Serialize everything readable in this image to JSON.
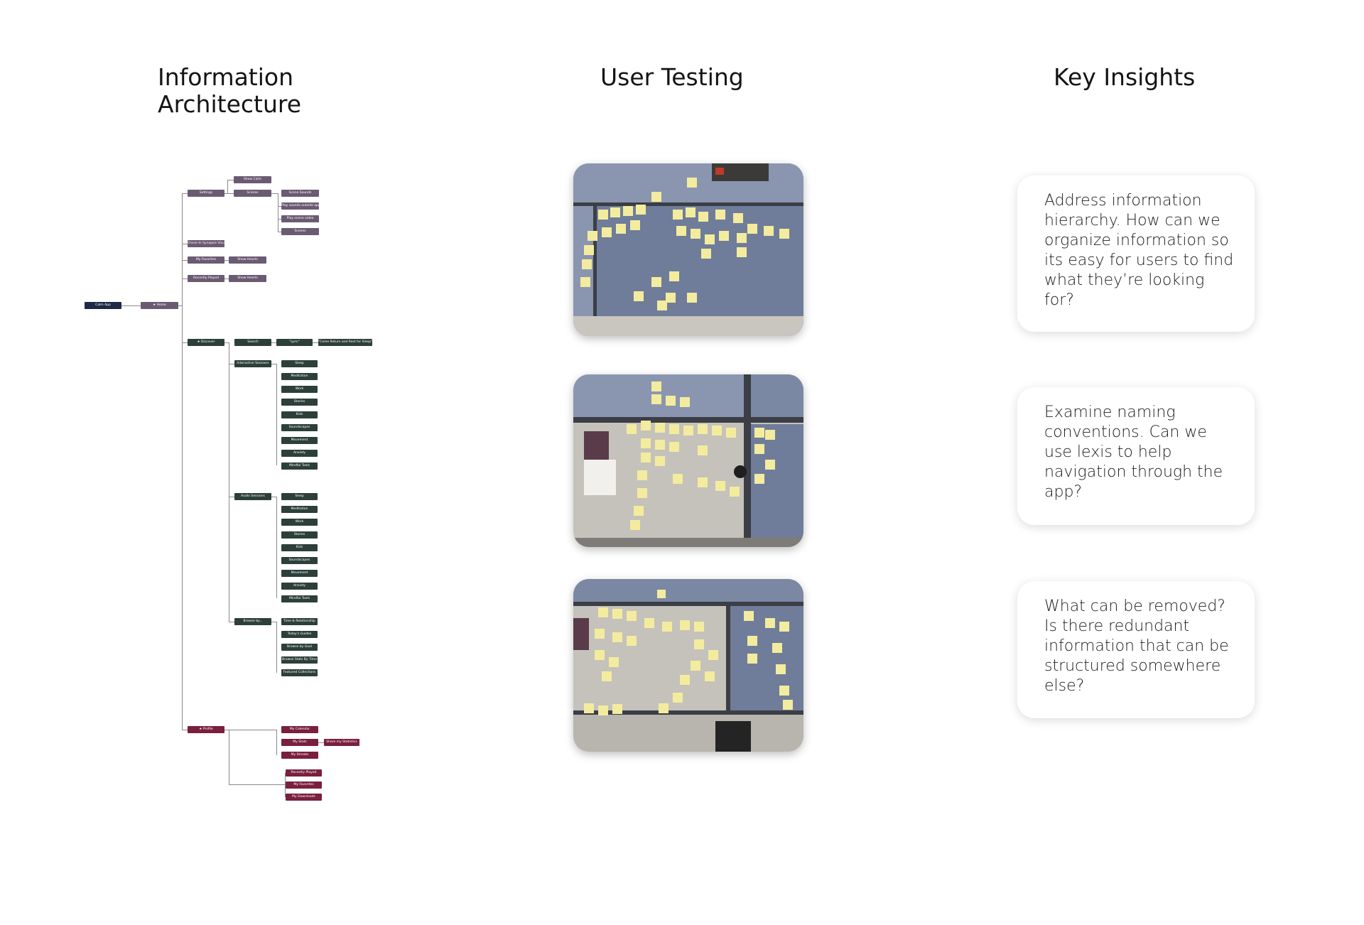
{
  "headings": {
    "information_architecture": "Information Architecture",
    "user_testing": "User Testing",
    "key_insights": "Key Insights"
  },
  "sitemap": {
    "root": "Calm App",
    "home": "★ Home",
    "settings": "Settings",
    "settings_children": [
      "Show Calm",
      "Scenes"
    ],
    "scenes_children": [
      "Scene Sounds",
      "Play sounds outside app",
      "Play scene video",
      "Scenes"
    ],
    "home_other": [
      "Check-In Synopsis Visual",
      "My Favorites",
      "Recently Played"
    ],
    "favorites_child": "Show Hearts",
    "recent_child": "Show Hearts",
    "discover": "★ Discover",
    "search": "Search",
    "search_child": "\"Lyric\"",
    "search_grandchild": "\"Come Return and Rest for Sleep\"",
    "interactive_sessions": "Interactive Sessions",
    "interactive_children": [
      "Sleep",
      "Meditation",
      "Work",
      "Stories",
      "Kids",
      "Soundscapes",
      "Movement",
      "Anxiety",
      "Mindful Tools"
    ],
    "audio_sessions": "Audio Sessions",
    "audio_children": [
      "Sleep",
      "Meditation",
      "Work",
      "Stories",
      "Kids",
      "Soundscapes",
      "Movement",
      "Anxiety",
      "Mindful Tools"
    ],
    "browse_by": "Browse by...",
    "browse_children": [
      "Time & Relationship",
      "Today's Guides",
      "Browse by Goal",
      "Browse Stats By Time",
      "Featured Collections"
    ],
    "profile": "★ Profile",
    "profile_children": [
      "My Calendar",
      "My Stats",
      "My Streaks"
    ],
    "stats_child": "Share my Statistics",
    "profile_more": [
      "Recently Played",
      "My Favorites",
      "My Downloads"
    ]
  },
  "insights": [
    "Address information hierarchy. How can we organize information so its easy for users to find what they’re looking for?",
    "Examine naming conventions. Can we use lexis to help navigation through the app?",
    "What can be removed? Is there redundant information that can be structured somewhere else?"
  ],
  "colors": {
    "root": "#1e2a45",
    "home_branch": "#6b5b72",
    "discover_branch": "#2d3f3a",
    "profile_branch": "#7a1f3d",
    "sticky_note": "#f3ec9f"
  }
}
